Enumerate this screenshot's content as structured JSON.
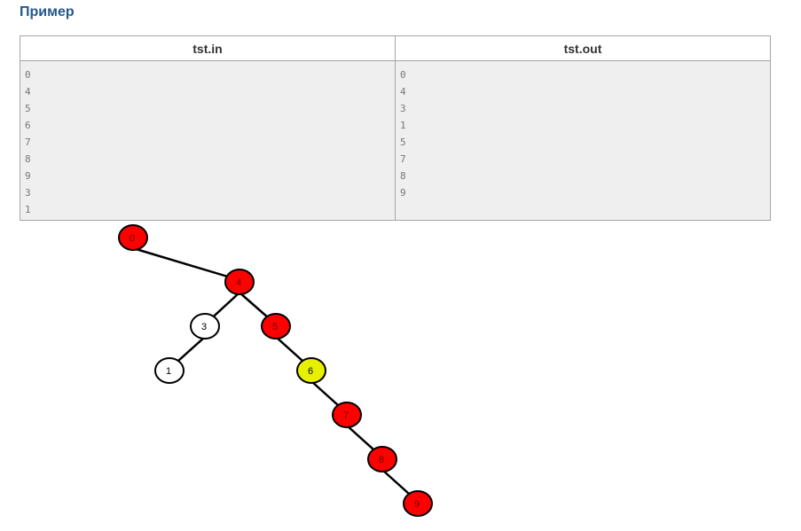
{
  "heading": "Пример",
  "table": {
    "columns": [
      "tst.in",
      "tst.out"
    ],
    "input_lines": [
      "0",
      "4",
      "5",
      "6",
      "7",
      "8",
      "9",
      "3",
      "1"
    ],
    "output_lines": [
      "0",
      "4",
      "3",
      "1",
      "5",
      "7",
      "8",
      "9"
    ]
  },
  "tree": {
    "colors": {
      "red": "#ff0000",
      "white": "#ffffff",
      "yellow": "#e6f000"
    },
    "nodes": [
      {
        "id": "n0",
        "label": "0",
        "fill": "red"
      },
      {
        "id": "n4",
        "label": "4",
        "fill": "red"
      },
      {
        "id": "n3",
        "label": "3",
        "fill": "white"
      },
      {
        "id": "n5",
        "label": "5",
        "fill": "red"
      },
      {
        "id": "n1",
        "label": "1",
        "fill": "white"
      },
      {
        "id": "n6",
        "label": "6",
        "fill": "yellow"
      },
      {
        "id": "n7",
        "label": "7",
        "fill": "red"
      },
      {
        "id": "n8",
        "label": "8",
        "fill": "red"
      },
      {
        "id": "n9",
        "label": "9",
        "fill": "red"
      }
    ],
    "edges": [
      [
        "n0",
        "n4"
      ],
      [
        "n4",
        "n3"
      ],
      [
        "n4",
        "n5"
      ],
      [
        "n3",
        "n1"
      ],
      [
        "n5",
        "n6"
      ],
      [
        "n6",
        "n7"
      ],
      [
        "n7",
        "n8"
      ],
      [
        "n8",
        "n9"
      ]
    ]
  }
}
